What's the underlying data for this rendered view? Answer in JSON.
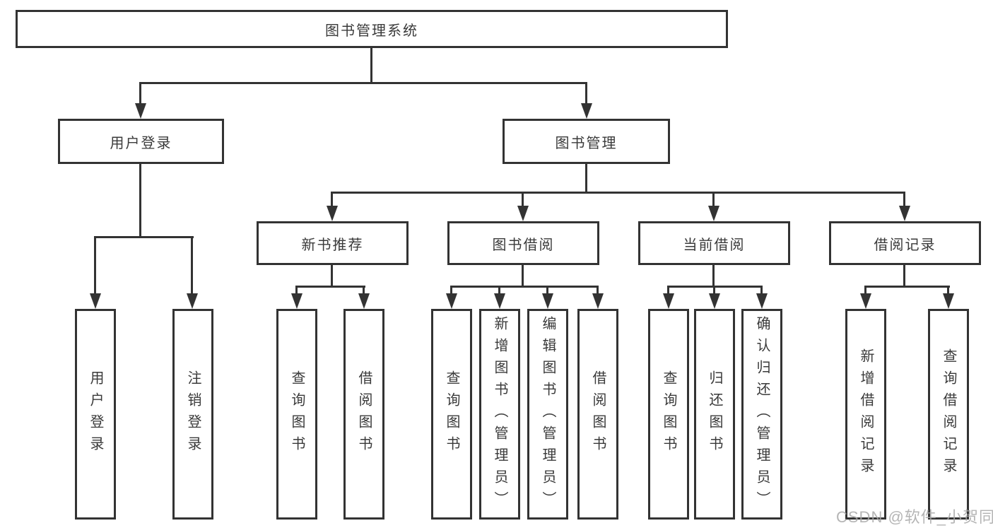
{
  "nodes": {
    "root": "图书管理系统",
    "level2": [
      "用户登录",
      "图书管理"
    ],
    "level3": [
      "新书推荐",
      "图书借阅",
      "当前借阅",
      "借阅记录"
    ],
    "leaves": [
      "用户登录",
      "注销登录",
      "查询图书",
      "借阅图书",
      "查询图书",
      "新增图书（管理员）",
      "编辑图书（管理员）",
      "借阅图书",
      "查询图书",
      "归还图书",
      "确认归还（管理员）",
      "新增借阅记录",
      "查询借阅记录"
    ]
  },
  "watermark": "CSDN @软件_小贺同学",
  "colors": {
    "line": "#333333",
    "box_border": "#333333",
    "box_fill": "#ffffff",
    "text": "#3a3a3a",
    "watermark": "#a8a8a8",
    "background": "#ffffff"
  }
}
